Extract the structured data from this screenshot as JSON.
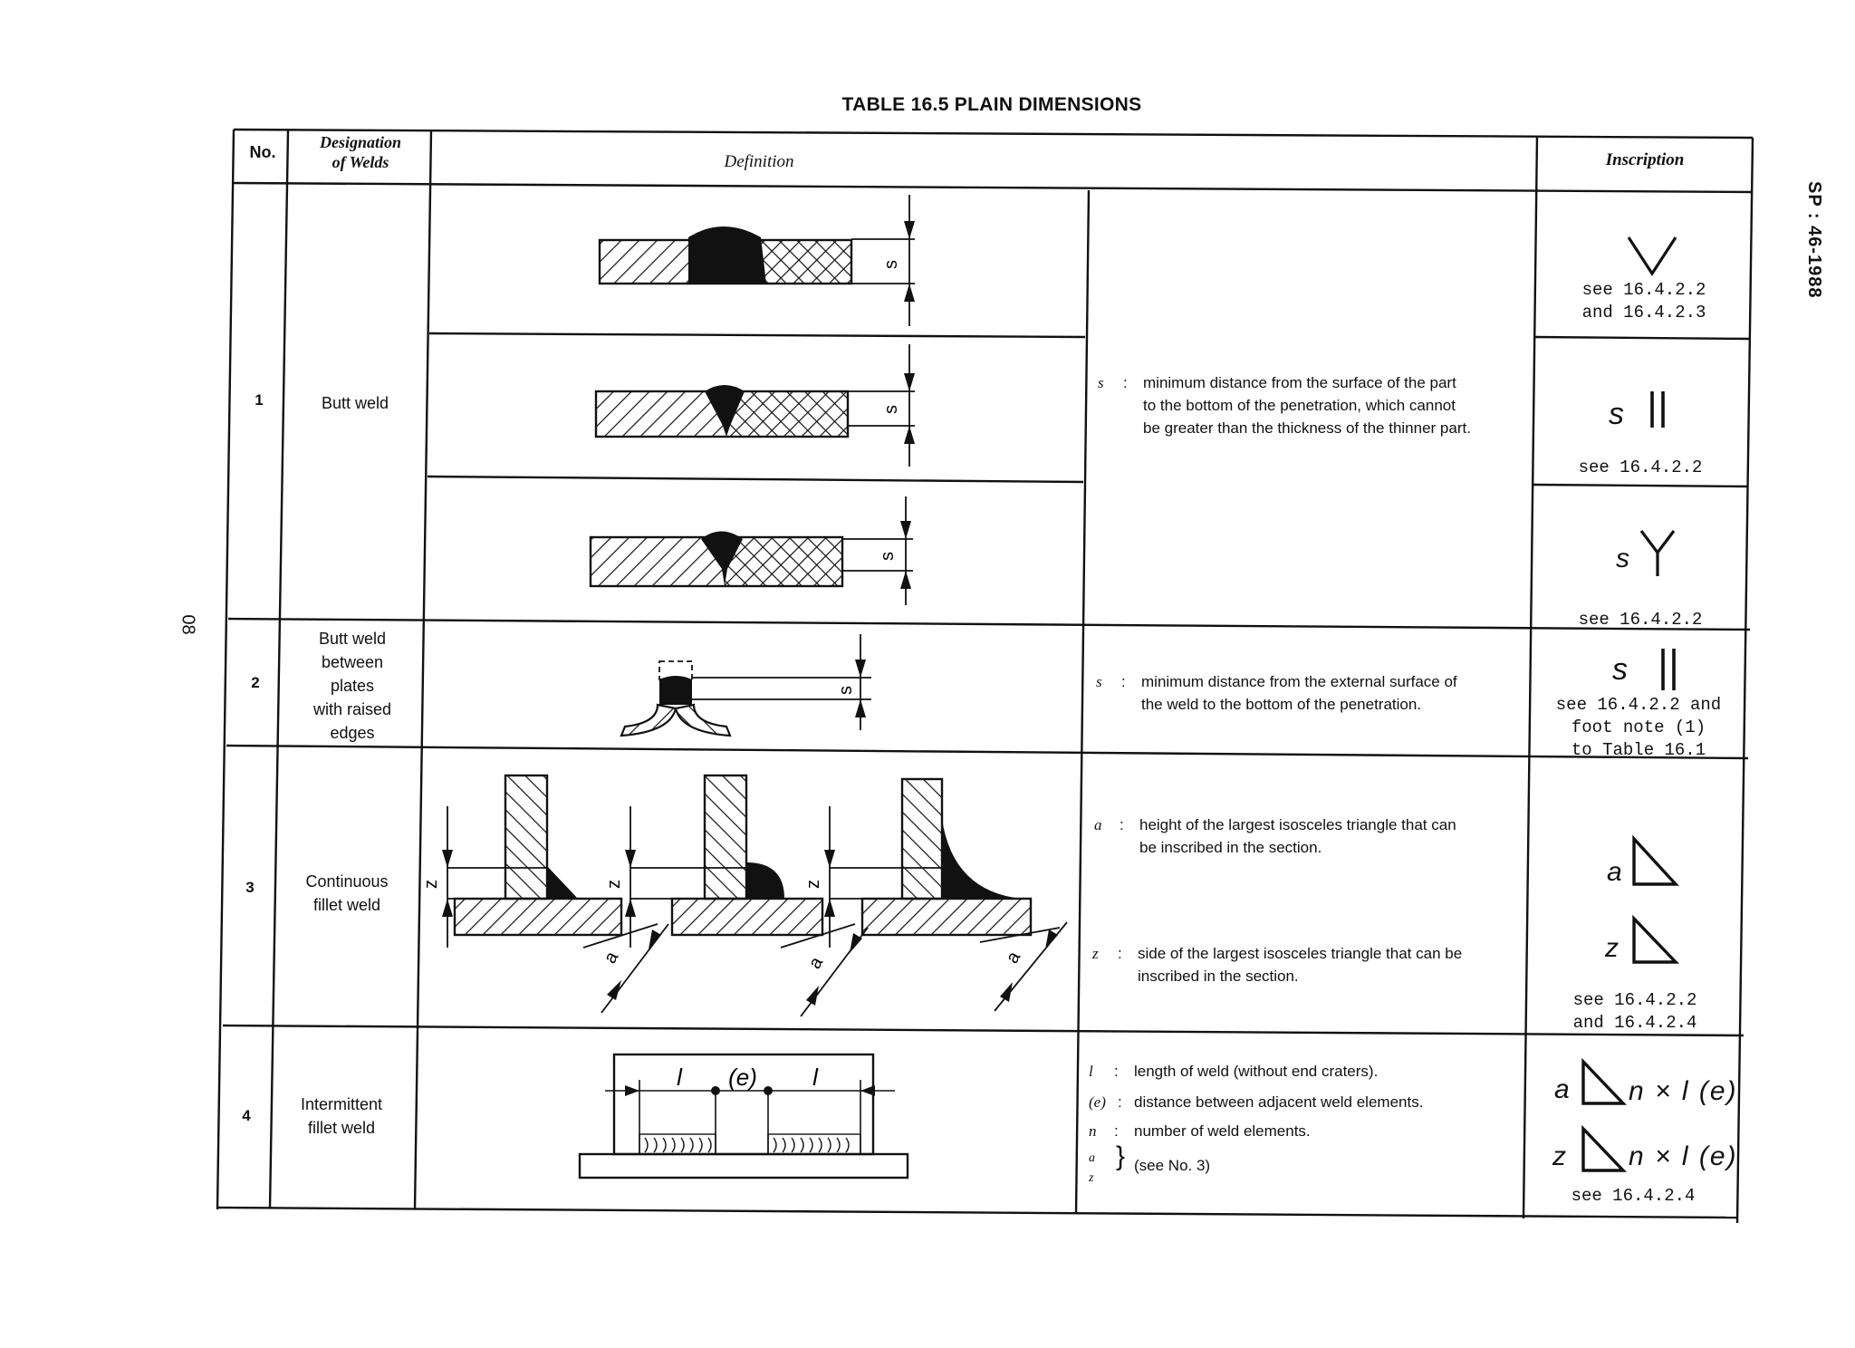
{
  "title": "TABLE 16.5 PLAIN DIMENSIONS",
  "side_code": "SP : 46-1988",
  "page_number": "08",
  "header": {
    "no": "No.",
    "designation_line1": "Designation",
    "designation_line2": "of Welds",
    "definition": "Definition",
    "inscription": "Inscription"
  },
  "rows": [
    {
      "no": "1",
      "designation": "Butt weld",
      "definitions": [
        {
          "symbol": "s",
          "sep": ":",
          "text_lines": [
            "minimum distance from the surface of the part",
            "to the bottom of the penetration, which cannot",
            "be greater than the thickness of the thinner part."
          ]
        }
      ],
      "inscriptions": [
        {
          "prefix": "",
          "glyph": "V",
          "lines": [
            "see 16.4.2.2",
            "and 16.4.2.3"
          ]
        },
        {
          "prefix": "s",
          "glyph": "||",
          "lines": [
            "see 16.4.2.2"
          ]
        },
        {
          "prefix": "s",
          "glyph": "Y",
          "lines": [
            "see 16.4.2.2"
          ]
        }
      ],
      "figure_labels": [
        "s",
        "s",
        "s"
      ]
    },
    {
      "no": "2",
      "designation_lines": [
        "Butt weld",
        "between",
        "plates",
        "with raised",
        "edges"
      ],
      "definitions": [
        {
          "symbol": "s",
          "sep": ":",
          "text_lines": [
            "minimum distance from the external surface of",
            "the weld to the bottom of the penetration."
          ]
        }
      ],
      "inscriptions": [
        {
          "prefix": "s",
          "glyph": "||",
          "lines": [
            "see 16.4.2.2 and",
            "foot note (1)",
            "to Table 16.1"
          ]
        }
      ],
      "figure_labels": [
        "s"
      ]
    },
    {
      "no": "3",
      "designation_lines": [
        "Continuous",
        "fillet weld"
      ],
      "definitions": [
        {
          "symbol": "a",
          "sep": ":",
          "text_lines": [
            "height of the largest isosceles triangle that can",
            "be inscribed in the section."
          ]
        },
        {
          "symbol": "z",
          "sep": ":",
          "text_lines": [
            "side of the largest isosceles triangle that can be",
            "inscribed in the section."
          ]
        }
      ],
      "inscriptions": [
        {
          "prefix": "a",
          "glyph": "triangle",
          "lines": []
        },
        {
          "prefix": "z",
          "glyph": "triangle",
          "lines": [
            "see 16.4.2.2",
            "and 16.4.2.4"
          ]
        }
      ],
      "figure_labels": [
        "z",
        "a",
        "z",
        "a",
        "z",
        "a"
      ]
    },
    {
      "no": "4",
      "designation_lines": [
        "Intermittent",
        "fillet weld"
      ],
      "definitions": [
        {
          "symbol": "l",
          "sep": ":",
          "text_lines": [
            "length of weld (without end craters)."
          ]
        },
        {
          "symbol": "(e)",
          "sep": ":",
          "text_lines": [
            "distance between adjacent weld elements."
          ]
        },
        {
          "symbol": "n",
          "sep": ":",
          "text_lines": [
            "number of weld elements."
          ]
        },
        {
          "symbol": "a z",
          "sep": "}",
          "text_lines": [
            "(see No. 3)"
          ]
        }
      ],
      "inscriptions": [
        {
          "prefix": "a",
          "glyph": "triangle",
          "suffix": "n × l (e)"
        },
        {
          "prefix": "z",
          "glyph": "triangle",
          "suffix": "n × l (e)"
        },
        {
          "lines": [
            "see 16.4.2.4"
          ]
        }
      ],
      "figure_labels": [
        "l",
        "(e)",
        "l"
      ]
    }
  ]
}
